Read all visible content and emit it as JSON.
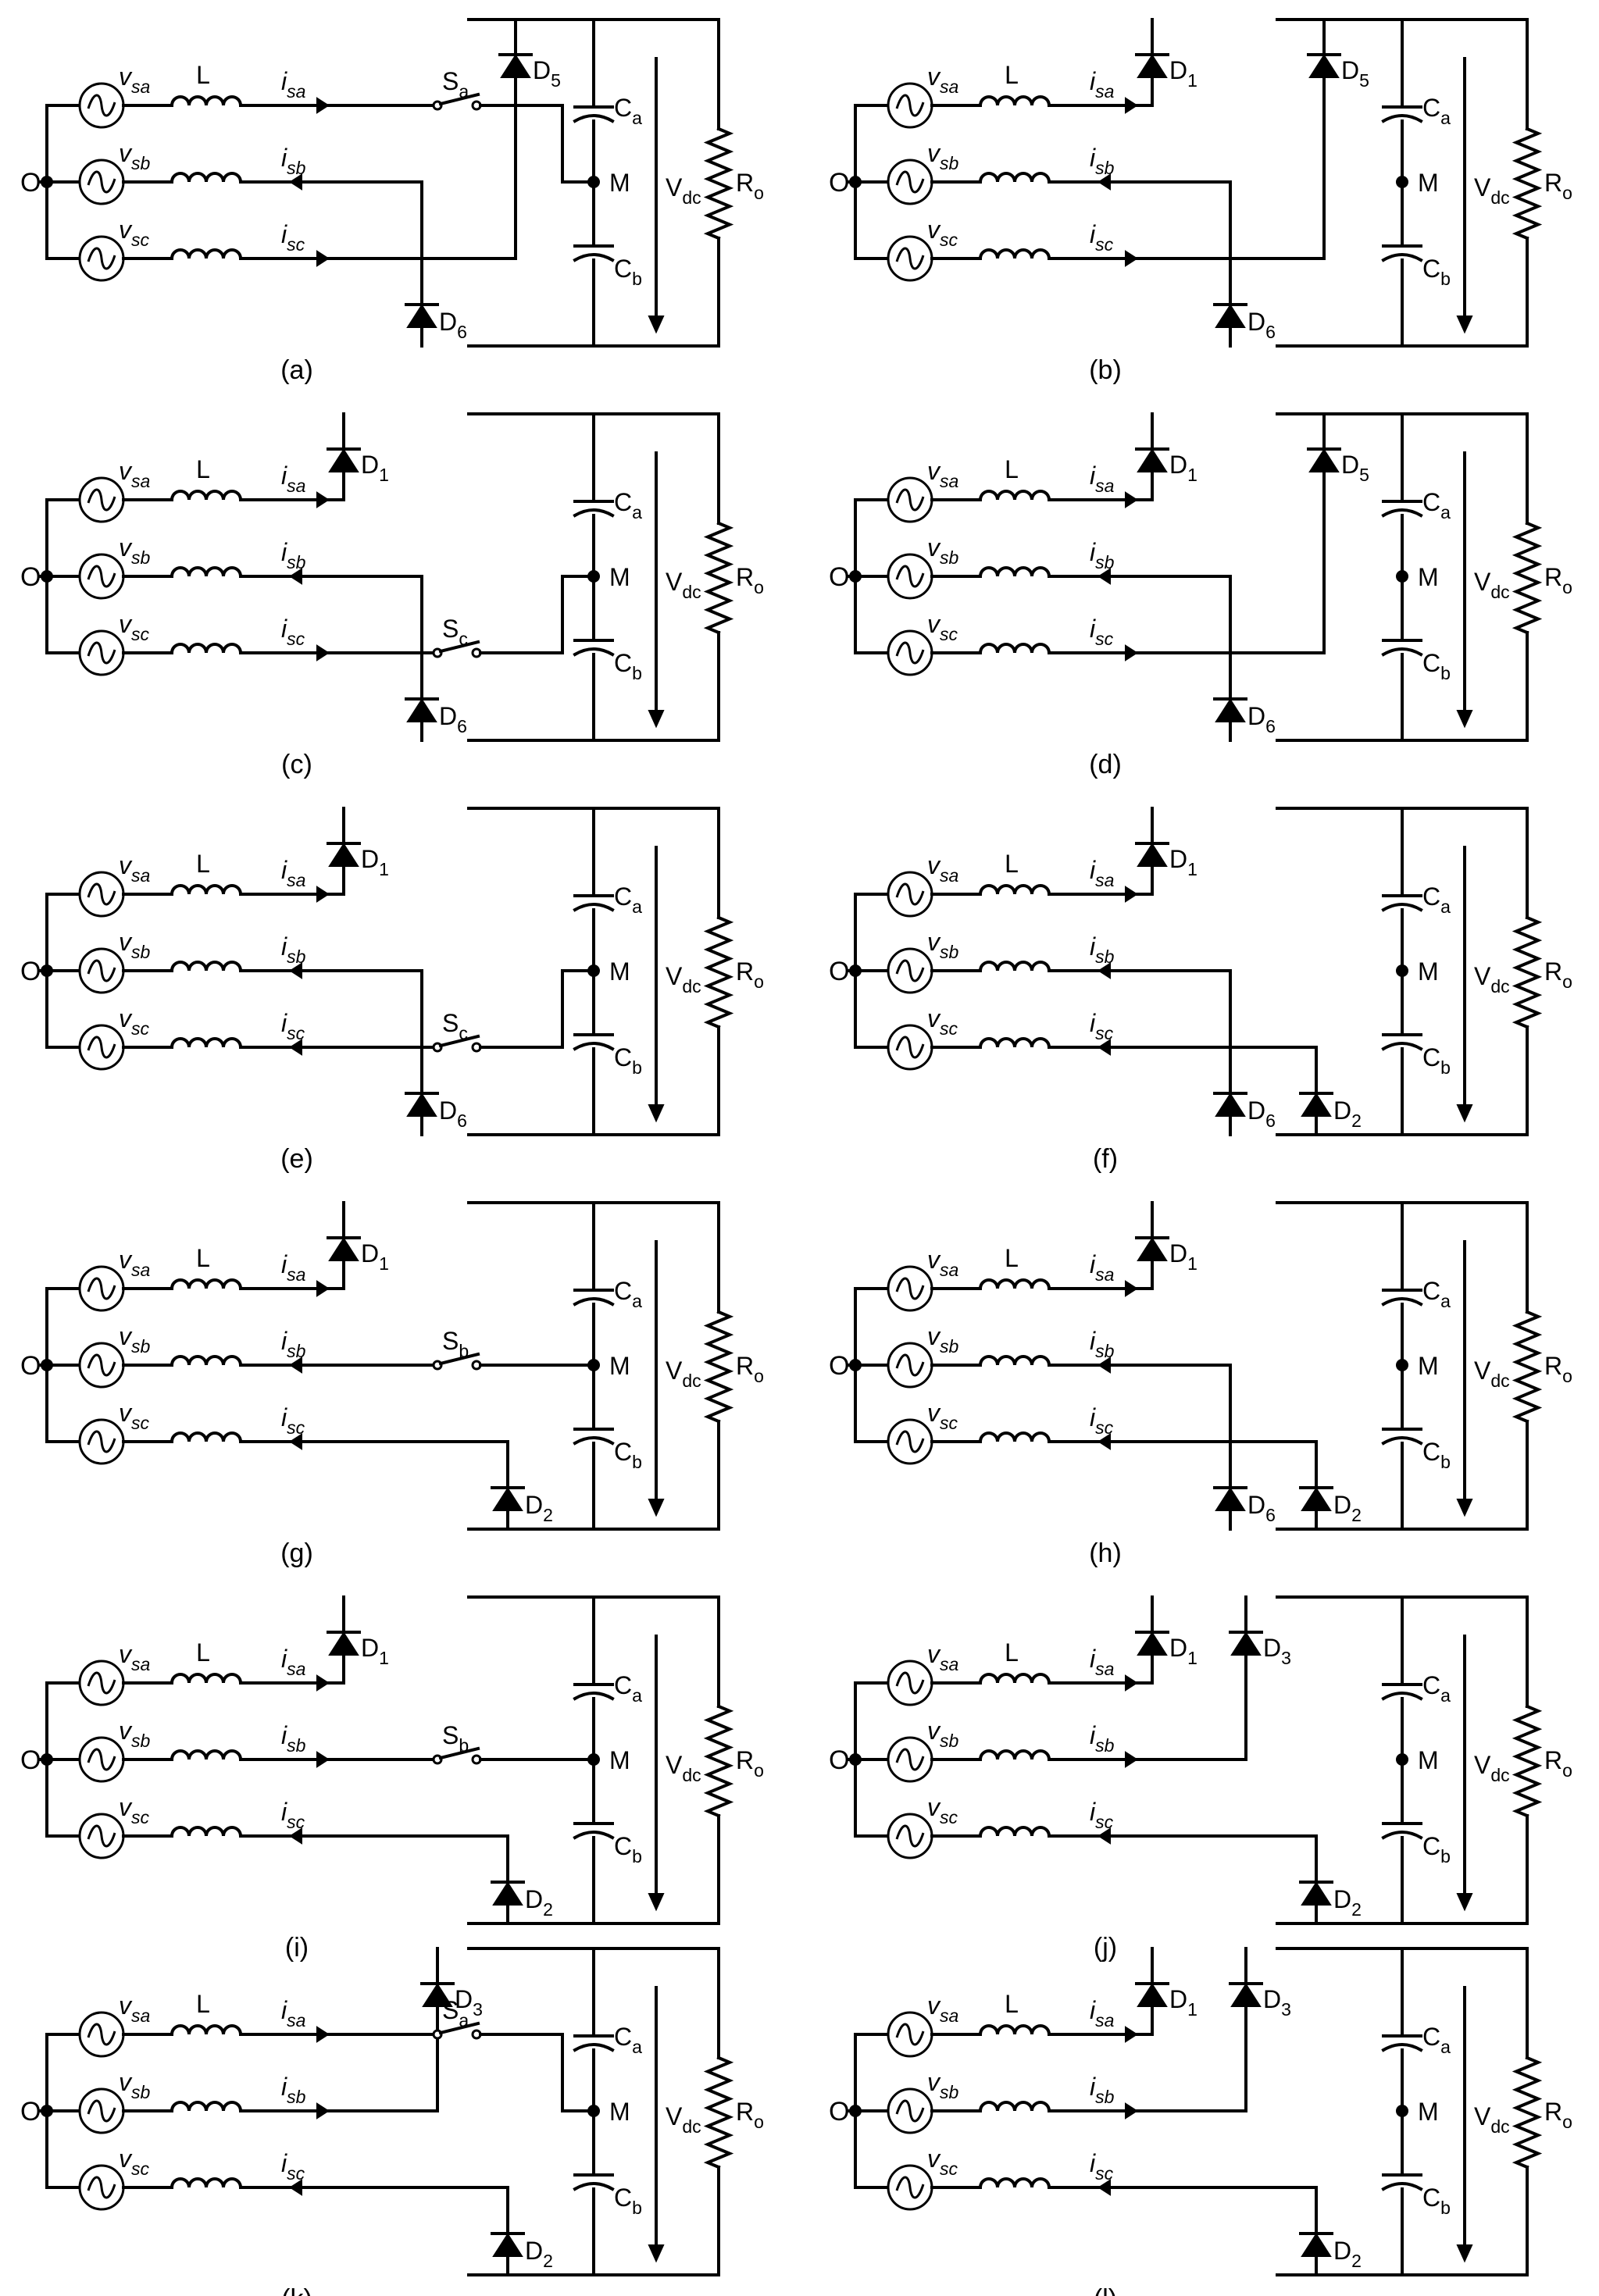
{
  "figure": {
    "node_label": "O",
    "node_mid_label": "M",
    "inductor_label": "L",
    "source_labels": [
      {
        "main": "v",
        "sub": "sa"
      },
      {
        "main": "v",
        "sub": "sb"
      },
      {
        "main": "v",
        "sub": "sc"
      }
    ],
    "current_labels": [
      {
        "main": "i",
        "sub": "sa"
      },
      {
        "main": "i",
        "sub": "sb"
      },
      {
        "main": "i",
        "sub": "sc"
      }
    ],
    "capacitor_labels": [
      {
        "main": "C",
        "sub": "a"
      },
      {
        "main": "C",
        "sub": "b"
      }
    ],
    "voltage_label": {
      "main": "V",
      "sub": "dc"
    },
    "load_label": {
      "main": "R",
      "sub": "o"
    },
    "panels": [
      {
        "caption": "(a)",
        "currents": [
          "in",
          "out",
          "in"
        ],
        "top_diodes": [
          5
        ],
        "bottom_diodes": [
          6
        ],
        "switch": {
          "phase": 0,
          "main": "S",
          "sub": "a"
        }
      },
      {
        "caption": "(b)",
        "currents": [
          "in",
          "out",
          "in"
        ],
        "top_diodes": [
          1,
          5
        ],
        "bottom_diodes": [
          6
        ],
        "switch": null
      },
      {
        "caption": "(c)",
        "currents": [
          "in",
          "out",
          "in"
        ],
        "top_diodes": [
          1
        ],
        "bottom_diodes": [
          6
        ],
        "switch": {
          "phase": 2,
          "main": "S",
          "sub": "c"
        }
      },
      {
        "caption": "(d)",
        "currents": [
          "in",
          "out",
          "in"
        ],
        "top_diodes": [
          1,
          5
        ],
        "bottom_diodes": [
          6
        ],
        "switch": null
      },
      {
        "caption": "(e)",
        "currents": [
          "in",
          "out",
          "out"
        ],
        "top_diodes": [
          1
        ],
        "bottom_diodes": [
          6
        ],
        "switch": {
          "phase": 2,
          "main": "S",
          "sub": "c"
        }
      },
      {
        "caption": "(f)",
        "currents": [
          "in",
          "out",
          "out"
        ],
        "top_diodes": [
          1
        ],
        "bottom_diodes": [
          6,
          2
        ],
        "switch": null
      },
      {
        "caption": "(g)",
        "currents": [
          "in",
          "out",
          "out"
        ],
        "top_diodes": [
          1
        ],
        "bottom_diodes": [
          2
        ],
        "switch": {
          "phase": 1,
          "main": "S",
          "sub": "b"
        }
      },
      {
        "caption": "(h)",
        "currents": [
          "in",
          "out",
          "out"
        ],
        "top_diodes": [
          1
        ],
        "bottom_diodes": [
          6,
          2
        ],
        "switch": null
      },
      {
        "caption": "(i)",
        "currents": [
          "in",
          "in",
          "out"
        ],
        "top_diodes": [
          1
        ],
        "bottom_diodes": [
          2
        ],
        "switch": {
          "phase": 1,
          "main": "S",
          "sub": "b"
        }
      },
      {
        "caption": "(j)",
        "currents": [
          "in",
          "in",
          "out"
        ],
        "top_diodes": [
          1,
          3
        ],
        "bottom_diodes": [
          2
        ],
        "switch": null
      },
      {
        "caption": "(k)",
        "currents": [
          "in",
          "in",
          "out"
        ],
        "top_diodes": [
          3
        ],
        "bottom_diodes": [
          2
        ],
        "switch": {
          "phase": 0,
          "main": "S",
          "sub": "a"
        }
      },
      {
        "caption": "(l)",
        "currents": [
          "in",
          "in",
          "out"
        ],
        "top_diodes": [
          1,
          3
        ],
        "bottom_diodes": [
          2
        ],
        "switch": null
      }
    ],
    "diode_names": {
      "1": {
        "main": "D",
        "sub": "1"
      },
      "2": {
        "main": "D",
        "sub": "2"
      },
      "3": {
        "main": "D",
        "sub": "3"
      },
      "5": {
        "main": "D",
        "sub": "5"
      },
      "6": {
        "main": "D",
        "sub": "6"
      }
    }
  }
}
